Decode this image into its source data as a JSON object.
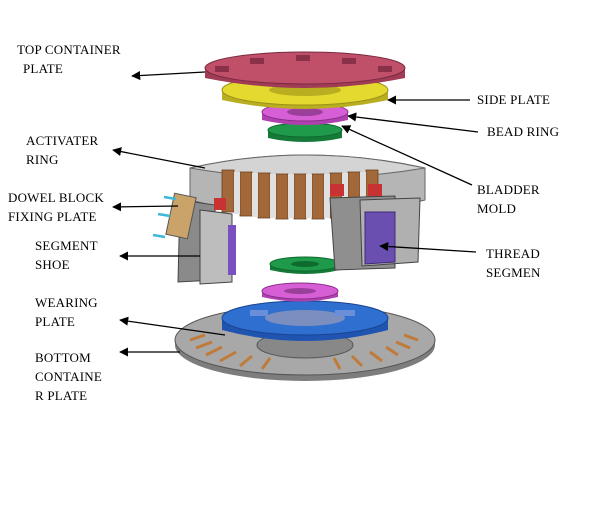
{
  "labels": {
    "top_container_plate": [
      "TOP  CONTAINER",
      "PLATE"
    ],
    "side_plate": [
      "SIDE PLATE"
    ],
    "bead_ring": [
      "BEAD RING"
    ],
    "activater_ring": [
      "ACTIVATER",
      "RING"
    ],
    "bladder_mold": [
      "BLADDER",
      "MOLD"
    ],
    "dowel_block": [
      "DOWEL BLOCK",
      "FIXING PLATE"
    ],
    "segment_shoe": [
      "SEGMENT",
      "SHOE"
    ],
    "thread_segmen": [
      "THREAD",
      "SEGMEN"
    ],
    "wearing_plate": [
      "WEARING",
      "PLATE"
    ],
    "bottom_container_plate": [
      "BOTTOM",
      "CONTAINE",
      "R PLATE"
    ]
  },
  "colors": {
    "top_plate": "#c0506a",
    "side_plate": "#e3d92f",
    "bead_ring": "#d65fd6",
    "green_ring": "#1f9a4a",
    "wearing_plate": "#2f6fd0",
    "bottom_plate": "#9a9a9a",
    "segment_brown": "#a3683a",
    "thread_segment": "#6a4fb0"
  }
}
